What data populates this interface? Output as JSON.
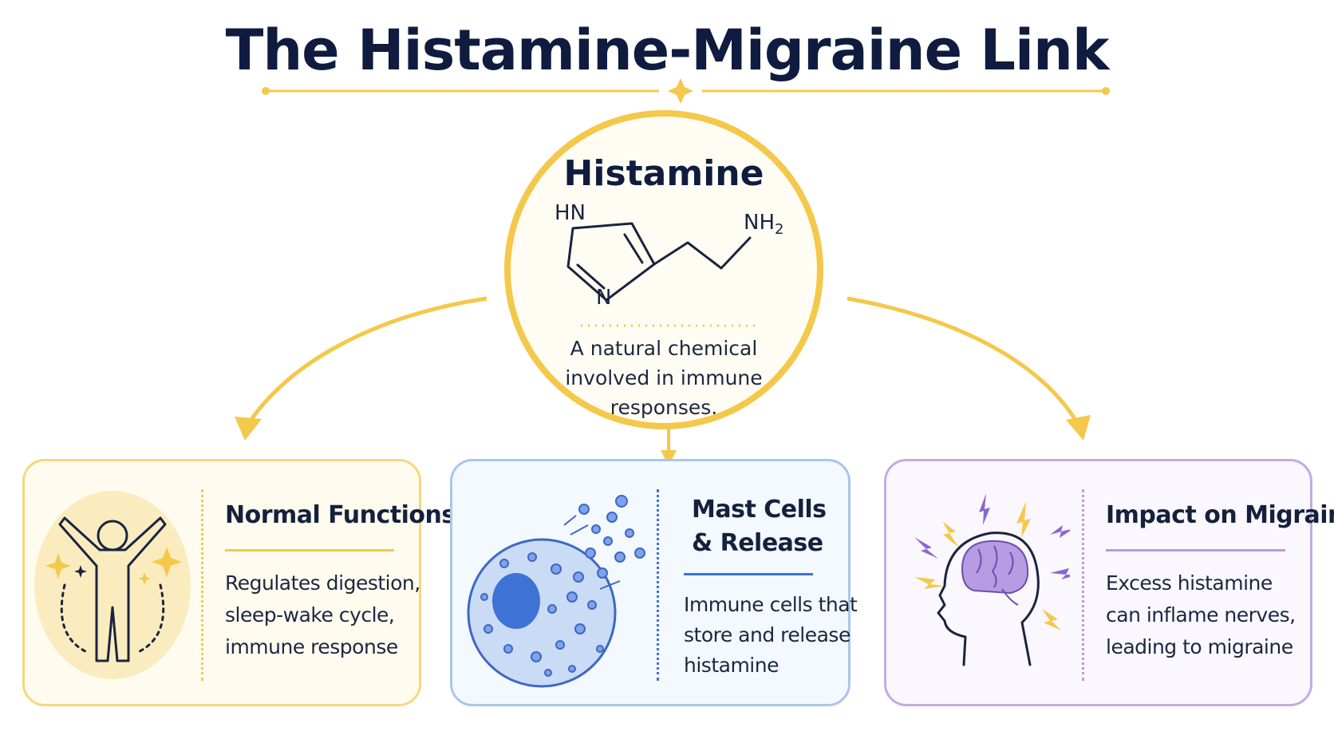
{
  "title": "The Histamine-Migraine Link",
  "colors": {
    "gold": "#f4c84a",
    "blue": "#a9c6ec",
    "purple": "#c4abe2",
    "navy": "#0f1c3f"
  },
  "center": {
    "title": "Histamine",
    "molecule_labels": {
      "hn": "HN",
      "n": "N",
      "nh2": "NH",
      "nh2_sub": "2"
    },
    "description": "A natural chemical involved in immune responses."
  },
  "cards": [
    {
      "title": "Normal Functions",
      "lines": [
        "Regulates digestion,",
        "sleep-wake cycle,",
        "immune response"
      ],
      "icon": "person-arms-raised-icon"
    },
    {
      "title_lines": [
        "Mast Cells",
        "& Release"
      ],
      "lines": [
        "Immune cells that",
        "store and release",
        "histamine"
      ],
      "icon": "mast-cell-icon"
    },
    {
      "title": "Impact on Migraine",
      "lines": [
        "Excess histamine",
        "can inflame nerves,",
        "leading to migraine"
      ],
      "icon": "head-brain-lightning-icon"
    }
  ]
}
